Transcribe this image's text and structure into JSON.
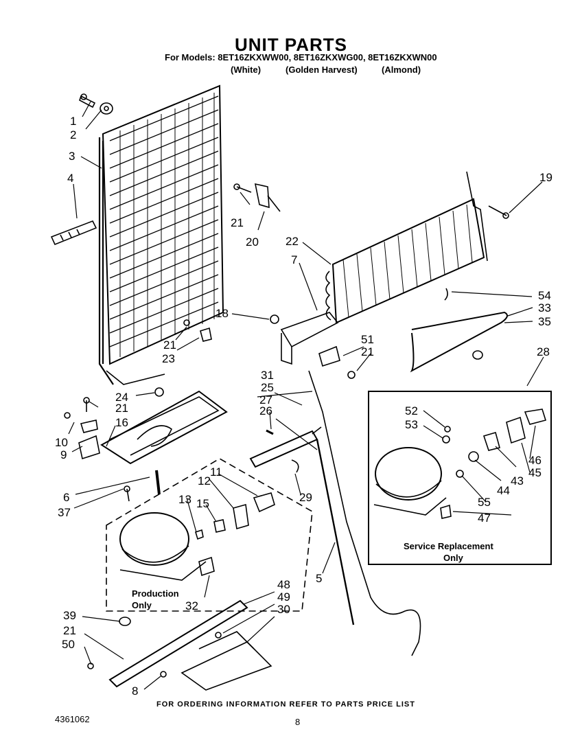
{
  "header": {
    "title": "UNIT PARTS",
    "models_line": "For Models: 8ET16ZKXWW00, 8ET16ZKXWG00, 8ET16ZKXWN00",
    "colors": [
      "(White)",
      "(Golden Harvest)",
      "(Almond)"
    ]
  },
  "notes": {
    "production_1": "Production",
    "production_2": "Only",
    "service_1": "Service Replacement",
    "service_2": "Only"
  },
  "callouts": {
    "n1": "1",
    "n2": "2",
    "n3": "3",
    "n4": "4",
    "n5": "5",
    "n6": "6",
    "n7": "7",
    "n8": "8",
    "n9": "9",
    "n10": "10",
    "n11": "11",
    "n12": "12",
    "n13": "13",
    "n15": "15",
    "n16": "16",
    "n18": "18",
    "n19": "19",
    "n20": "20",
    "n21": "21",
    "n22": "22",
    "n23": "23",
    "n24": "24",
    "n25": "25",
    "n26": "26",
    "n27": "27",
    "n28": "28",
    "n29": "29",
    "n30": "30",
    "n31": "31",
    "n32": "32",
    "n33": "33",
    "n35": "35",
    "n37": "37",
    "n39": "39",
    "n43": "43",
    "n44": "44",
    "n45": "45",
    "n46": "46",
    "n47": "47",
    "n48": "48",
    "n49": "49",
    "n50": "50",
    "n51": "51",
    "n52": "52",
    "n53": "53",
    "n54": "54",
    "n55": "55"
  },
  "footer": {
    "ordering": "FOR ORDERING INFORMATION REFER TO PARTS PRICE LIST",
    "doc_number": "4361062",
    "page": "8"
  }
}
